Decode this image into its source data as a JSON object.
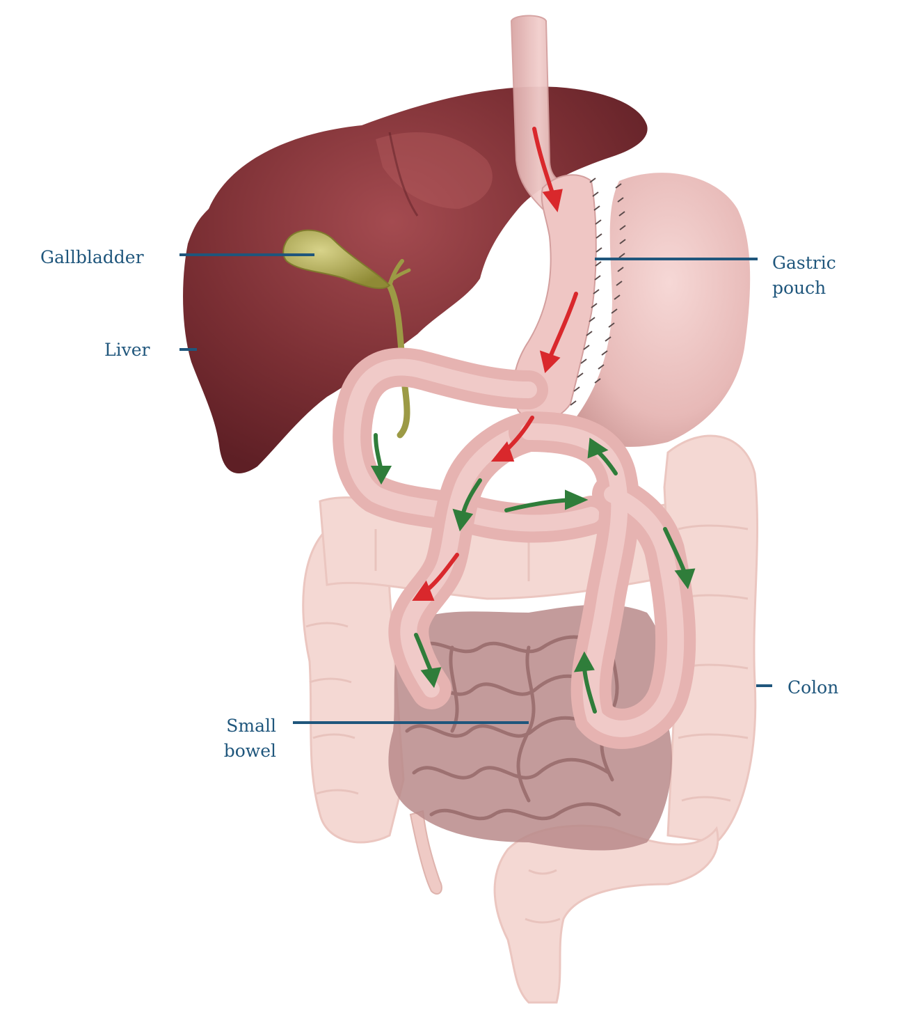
{
  "colors": {
    "label": "#1f567c",
    "leader": "#1f567c",
    "liver": "#7b2f34",
    "gallbladder": "#a9a24e",
    "bile_duct": "#9c9a45",
    "stomach": "#ecc1c0",
    "pouch": "#e8b8b6",
    "intestine_loop": "#e6b3b1",
    "colon": "#f3d2cc",
    "small_bowel": "#b58585",
    "food_arrow": "#d9282c",
    "bile_arrow": "#2f7d3a",
    "staples": "#5a4a4a"
  },
  "labels": {
    "gallbladder": "Gallbladder",
    "liver": "Liver",
    "gastric_pouch": [
      "Gastric",
      "pouch"
    ],
    "colon": "Colon",
    "small_bowel": [
      "Small",
      "bowel"
    ]
  }
}
